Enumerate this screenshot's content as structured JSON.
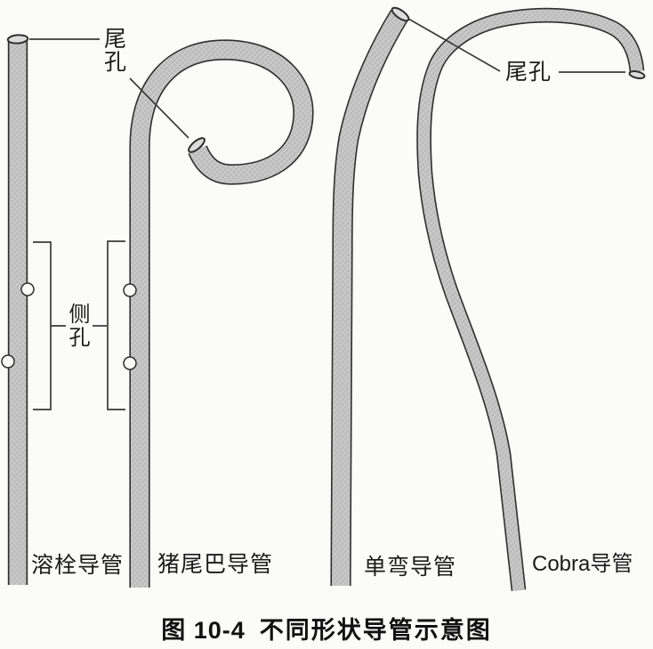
{
  "figure": {
    "caption": {
      "prefix": "图 10-4",
      "title": "不同形状导管示意图"
    },
    "annotations": {
      "end_hole_left": "尾孔",
      "side_hole": "侧孔",
      "end_hole_right": "尾孔"
    },
    "catheters": [
      {
        "id": "thrombolysis",
        "label": "溶栓导管"
      },
      {
        "id": "pigtail",
        "label": "猪尾巴导管"
      },
      {
        "id": "single-curve",
        "label": "单弯导管"
      },
      {
        "id": "cobra",
        "label": "Cobra导管"
      }
    ],
    "colors": {
      "background": "#fbfbfa",
      "tube_fill": "#c5c5c5",
      "tube_outline": "#2f2f2f",
      "leader_line": "#3a3a3a",
      "text": "#1b1b1b",
      "tube_opening": "#dcdcdc"
    }
  }
}
